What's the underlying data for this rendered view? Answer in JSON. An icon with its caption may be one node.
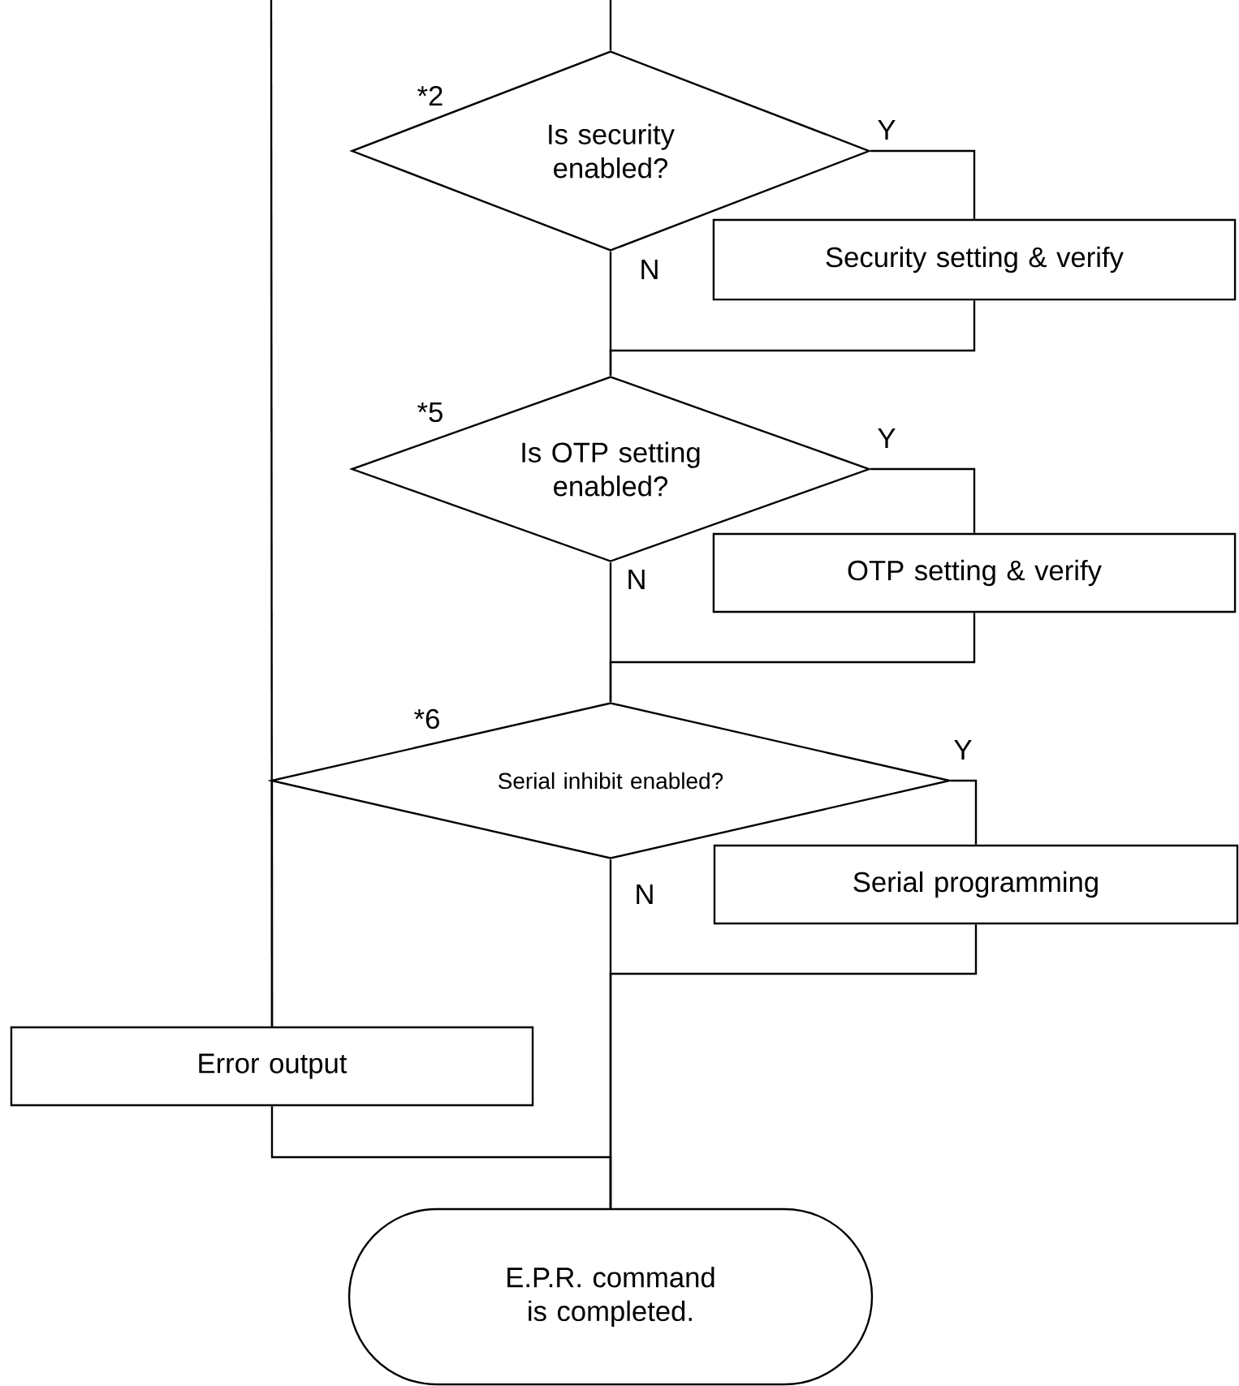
{
  "diagram": {
    "nodes": [
      {
        "text": [
          "Is security enabled?"
        ],
        "beside": [
          "*2"
        ]
      },
      {
        "text": [
          "Security setting & verify"
        ]
      },
      {
        "text": [
          "Is OTP setting enabled?"
        ],
        "beside": [
          "*5"
        ]
      },
      {
        "text": [
          "OTP setting & verify"
        ]
      },
      {
        "text": [
          "Serial inhibit enabled?"
        ],
        "beside": [
          "*6"
        ]
      },
      {
        "text": [
          "Serial programming"
        ]
      },
      {
        "text": [
          "Error output"
        ]
      },
      {
        "text": [
          "E.P.R. command is completed."
        ]
      }
    ],
    "edges": [
      {
        "from": null,
        "to": 0,
        "arrow": "none"
      },
      {
        "from": 0,
        "to": 1,
        "arrow": "none",
        "label": "Y"
      },
      {
        "from": 0,
        "to": 2,
        "arrow": "none",
        "label": "N"
      },
      {
        "from": 1,
        "to": 2,
        "arrow": "none"
      },
      {
        "from": 2,
        "to": 3,
        "arrow": "none",
        "label": "Y"
      },
      {
        "from": 2,
        "to": 4,
        "arrow": "none",
        "label": "N"
      },
      {
        "from": 3,
        "to": 4,
        "arrow": "none"
      },
      {
        "from": 4,
        "to": 5,
        "arrow": "none",
        "label": "Y"
      },
      {
        "from": 4,
        "to": 7,
        "arrow": "none",
        "label": "N"
      },
      {
        "from": 5,
        "to": 7,
        "arrow": "none"
      },
      {
        "from": 4,
        "to": 6,
        "arrow": "none"
      },
      {
        "from": null,
        "to": 6,
        "arrow": "none"
      },
      {
        "from": 6,
        "to": 7,
        "arrow": "none"
      }
    ]
  }
}
